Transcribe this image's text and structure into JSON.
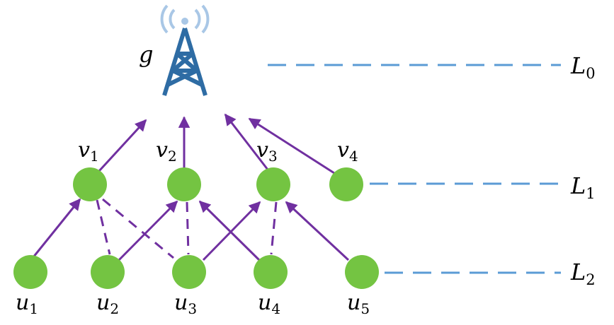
{
  "tower": {
    "label": "g",
    "icon": "cell-tower-icon"
  },
  "levels": [
    {
      "base": "L",
      "sub": "0"
    },
    {
      "base": "L",
      "sub": "1"
    },
    {
      "base": "L",
      "sub": "2"
    }
  ],
  "relay_nodes": [
    {
      "base": "v",
      "sub": "1"
    },
    {
      "base": "v",
      "sub": "2"
    },
    {
      "base": "v",
      "sub": "3"
    },
    {
      "base": "v",
      "sub": "4"
    }
  ],
  "user_nodes": [
    {
      "base": "u",
      "sub": "1"
    },
    {
      "base": "u",
      "sub": "2"
    },
    {
      "base": "u",
      "sub": "3"
    },
    {
      "base": "u",
      "sub": "4"
    },
    {
      "base": "u",
      "sub": "5"
    }
  ],
  "colors": {
    "node_fill": "#74c442",
    "edge": "#7030a0",
    "level_line": "#5b9bd5",
    "tower": "#2e6ca4",
    "tower_signal": "#a9c7e6"
  }
}
